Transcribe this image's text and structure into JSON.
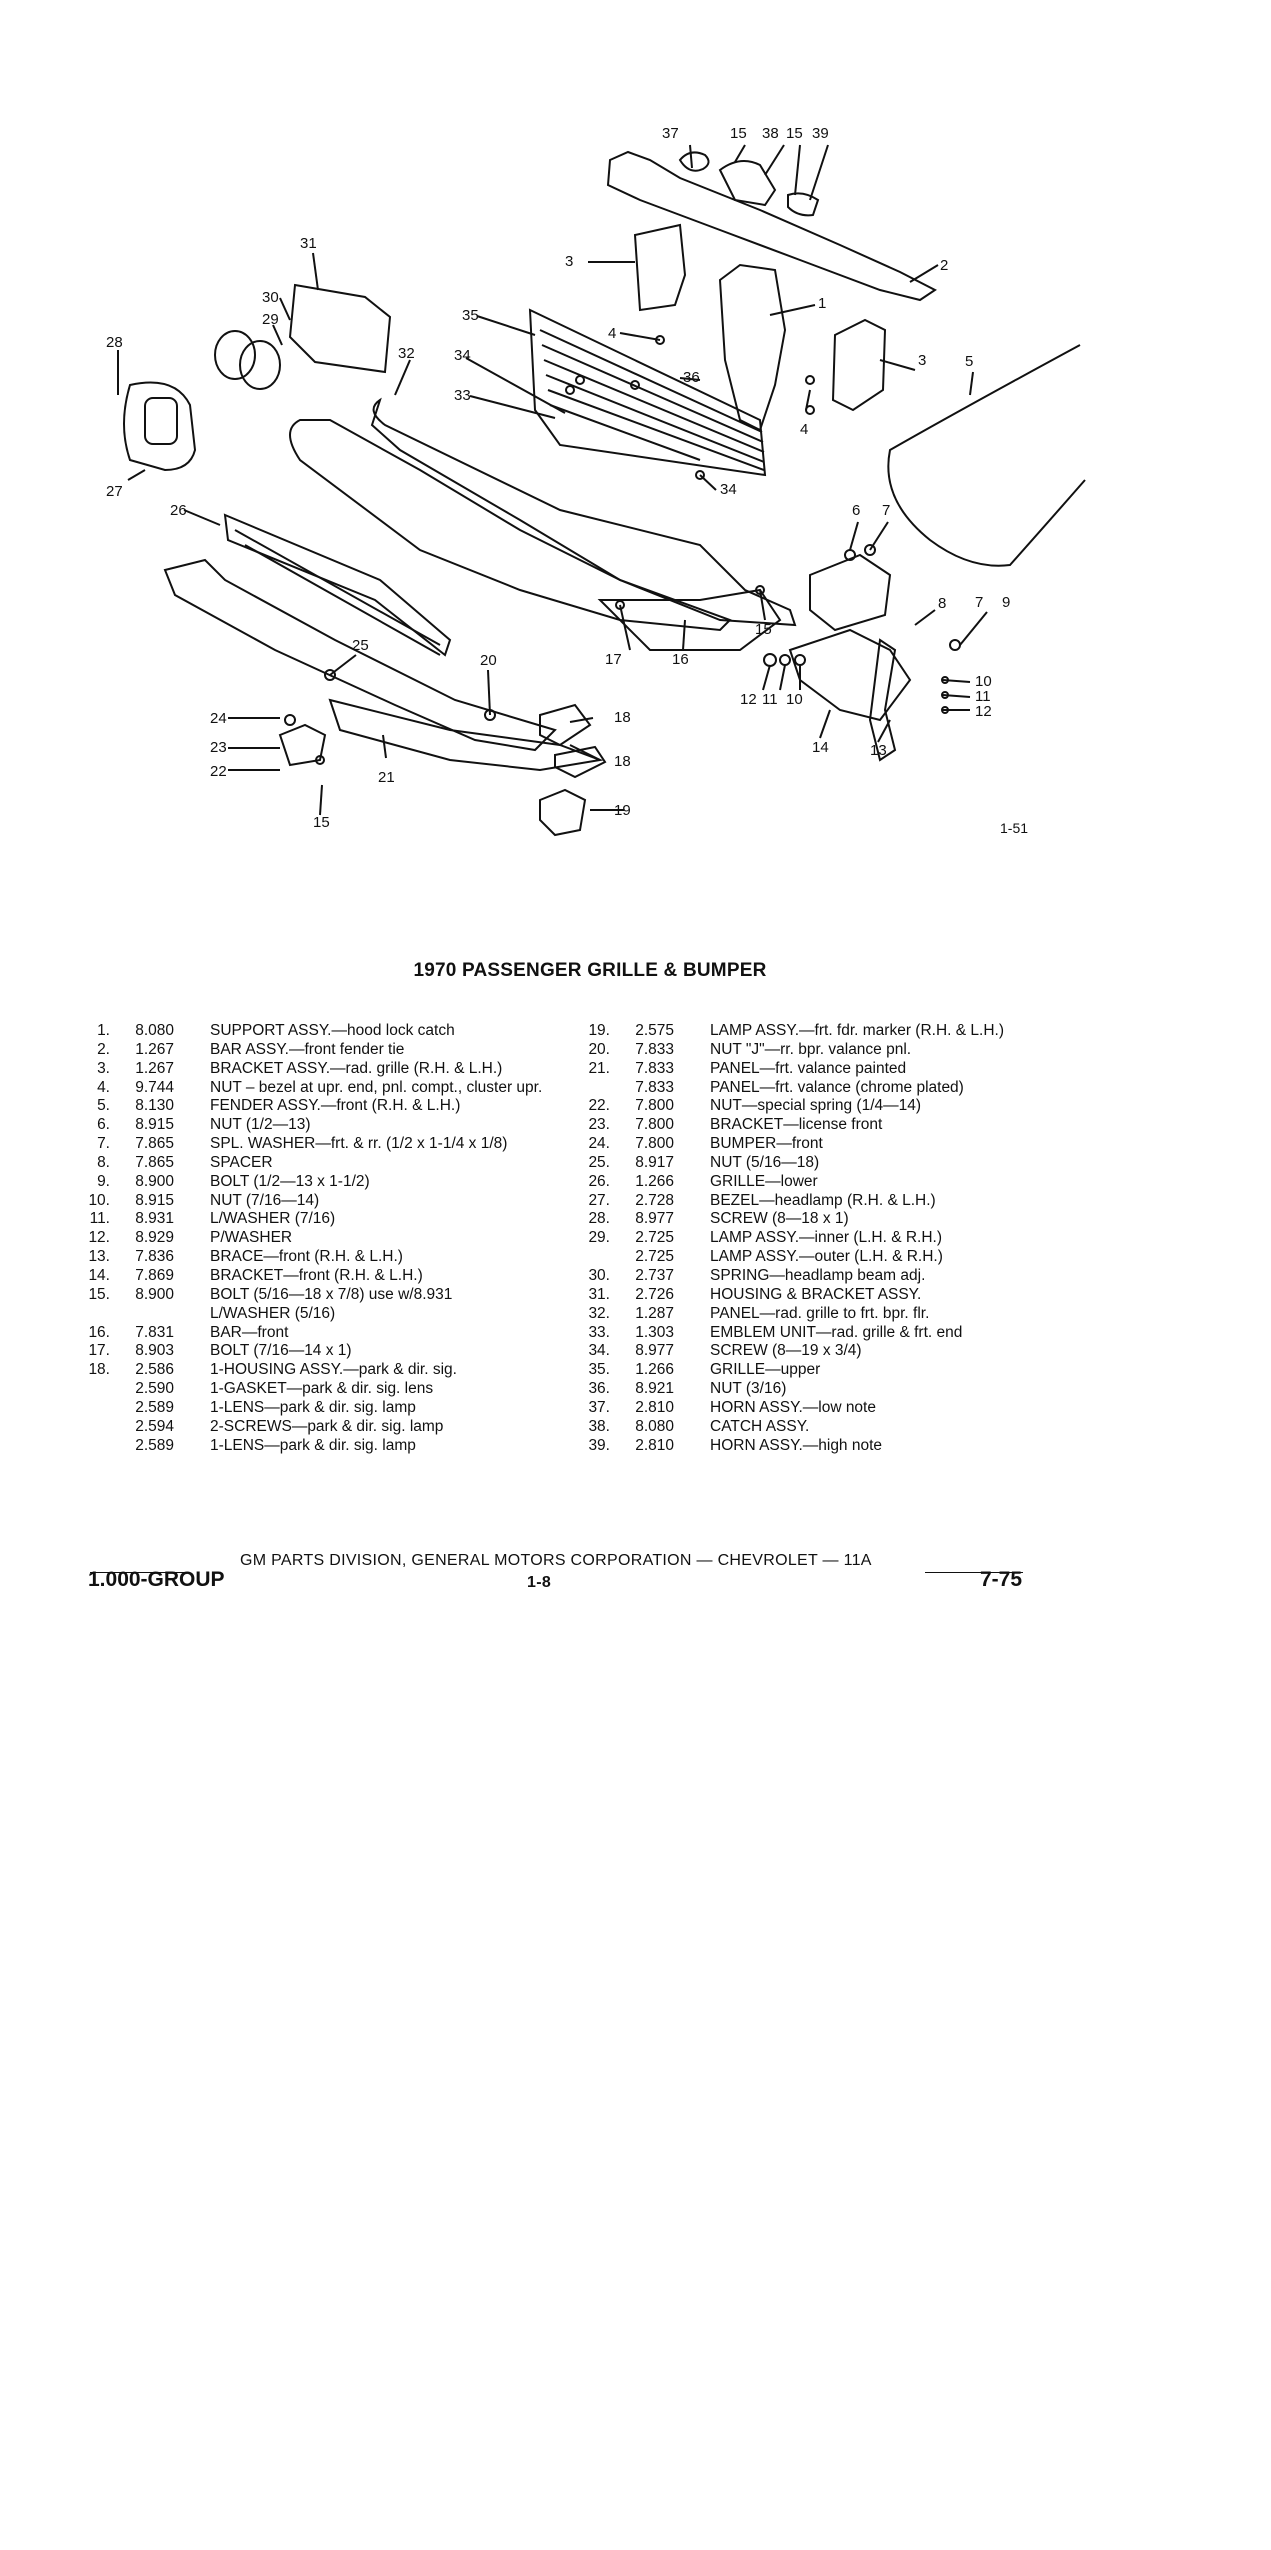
{
  "diagram": {
    "callouts": [
      "37",
      "15",
      "38",
      "15",
      "39",
      "2",
      "31",
      "3",
      "1",
      "30",
      "29",
      "35",
      "4",
      "28",
      "32",
      "34",
      "36",
      "3",
      "33",
      "4",
      "5",
      "27",
      "34",
      "26",
      "6",
      "7",
      "15",
      "8",
      "7",
      "9",
      "25",
      "17",
      "16",
      "20",
      "10",
      "12",
      "11",
      "10",
      "11",
      "24",
      "18",
      "12",
      "23",
      "21",
      "18",
      "14",
      "13",
      "22",
      "15",
      "19"
    ],
    "figure_code": "1-51"
  },
  "title": "1970 PASSENGER GRILLE & BUMPER",
  "parts_left": [
    {
      "ref": "1.",
      "group": "8.080",
      "desc": "SUPPORT ASSY.—hood lock catch"
    },
    {
      "ref": "2.",
      "group": "1.267",
      "desc": "BAR ASSY.—front fender tie"
    },
    {
      "ref": "3.",
      "group": "1.267",
      "desc": "BRACKET ASSY.—rad. grille (R.H. & L.H.)"
    },
    {
      "ref": "4.",
      "group": "9.744",
      "desc": "NUT – bezel at upr. end, pnl. compt., cluster upr."
    },
    {
      "ref": "5.",
      "group": "8.130",
      "desc": "FENDER ASSY.—front (R.H. & L.H.)"
    },
    {
      "ref": "6.",
      "group": "8.915",
      "desc": "NUT (1/2—13)"
    },
    {
      "ref": "7.",
      "group": "7.865",
      "desc": "SPL. WASHER—frt. & rr. (1/2 x 1-1/4 x 1/8)"
    },
    {
      "ref": "8.",
      "group": "7.865",
      "desc": "SPACER"
    },
    {
      "ref": "9.",
      "group": "8.900",
      "desc": "BOLT (1/2—13 x 1-1/2)"
    },
    {
      "ref": "10.",
      "group": "8.915",
      "desc": "NUT (7/16—14)"
    },
    {
      "ref": "11.",
      "group": "8.931",
      "desc": "L/WASHER (7/16)"
    },
    {
      "ref": "12.",
      "group": "8.929",
      "desc": "P/WASHER"
    },
    {
      "ref": "13.",
      "group": "7.836",
      "desc": "BRACE—front (R.H. & L.H.)"
    },
    {
      "ref": "14.",
      "group": "7.869",
      "desc": "BRACKET—front (R.H. & L.H.)"
    },
    {
      "ref": "15.",
      "group": "8.900",
      "desc": "BOLT (5/16—18 x 7/8) use w/8.931"
    },
    {
      "ref": "",
      "group": "",
      "desc": "L/WASHER (5/16)"
    },
    {
      "ref": "16.",
      "group": "7.831",
      "desc": "BAR—front"
    },
    {
      "ref": "17.",
      "group": "8.903",
      "desc": "BOLT (7/16—14 x 1)"
    },
    {
      "ref": "18.",
      "group": "2.586",
      "desc": "1-HOUSING ASSY.—park & dir. sig."
    },
    {
      "ref": "",
      "group": "2.590",
      "desc": "1-GASKET—park & dir. sig. lens"
    },
    {
      "ref": "",
      "group": "2.589",
      "desc": "1-LENS—park & dir. sig. lamp"
    },
    {
      "ref": "",
      "group": "2.594",
      "desc": "2-SCREWS—park & dir. sig. lamp"
    },
    {
      "ref": "",
      "group": "2.589",
      "desc": "1-LENS—park & dir. sig. lamp"
    }
  ],
  "parts_right": [
    {
      "ref": "19.",
      "group": "2.575",
      "desc": "LAMP ASSY.—frt. fdr. marker (R.H. & L.H.)"
    },
    {
      "ref": "20.",
      "group": "7.833",
      "desc": "NUT \"J\"—rr. bpr. valance pnl."
    },
    {
      "ref": "21.",
      "group": "7.833",
      "desc": "PANEL—frt. valance painted"
    },
    {
      "ref": "",
      "group": "7.833",
      "desc": "PANEL—frt. valance (chrome plated)"
    },
    {
      "ref": "22.",
      "group": "7.800",
      "desc": "NUT—special spring (1/4—14)"
    },
    {
      "ref": "23.",
      "group": "7.800",
      "desc": "BRACKET—license front"
    },
    {
      "ref": "24.",
      "group": "7.800",
      "desc": "BUMPER—front"
    },
    {
      "ref": "25.",
      "group": "8.917",
      "desc": "NUT (5/16—18)"
    },
    {
      "ref": "26.",
      "group": "1.266",
      "desc": "GRILLE—lower"
    },
    {
      "ref": "27.",
      "group": "2.728",
      "desc": "BEZEL—headlamp (R.H. & L.H.)"
    },
    {
      "ref": "28.",
      "group": "8.977",
      "desc": "SCREW (8—18 x 1)"
    },
    {
      "ref": "29.",
      "group": "2.725",
      "desc": "LAMP ASSY.—inner (L.H. & R.H.)"
    },
    {
      "ref": "",
      "group": "2.725",
      "desc": "LAMP ASSY.—outer (L.H. & R.H.)"
    },
    {
      "ref": "30.",
      "group": "2.737",
      "desc": "SPRING—headlamp beam adj."
    },
    {
      "ref": "31.",
      "group": "2.726",
      "desc": "HOUSING & BRACKET ASSY."
    },
    {
      "ref": "32.",
      "group": "1.287",
      "desc": "PANEL—rad. grille to frt. bpr. flr."
    },
    {
      "ref": "33.",
      "group": "1.303",
      "desc": "EMBLEM UNIT—rad. grille & frt. end"
    },
    {
      "ref": "34.",
      "group": "8.977",
      "desc": "SCREW (8—19 x 3/4)"
    },
    {
      "ref": "35.",
      "group": "1.266",
      "desc": "GRILLE—upper"
    },
    {
      "ref": "36.",
      "group": "8.921",
      "desc": "NUT (3/16)"
    },
    {
      "ref": "37.",
      "group": "2.810",
      "desc": "HORN ASSY.—low note"
    },
    {
      "ref": "38.",
      "group": "8.080",
      "desc": "CATCH ASSY."
    },
    {
      "ref": "39.",
      "group": "2.810",
      "desc": "HORN ASSY.—high note"
    }
  ],
  "footer": {
    "publisher": "GM PARTS DIVISION, GENERAL MOTORS CORPORATION — CHEVROLET — 11A",
    "group": "1.000-GROUP",
    "page": "1-8",
    "date": "7-75"
  }
}
